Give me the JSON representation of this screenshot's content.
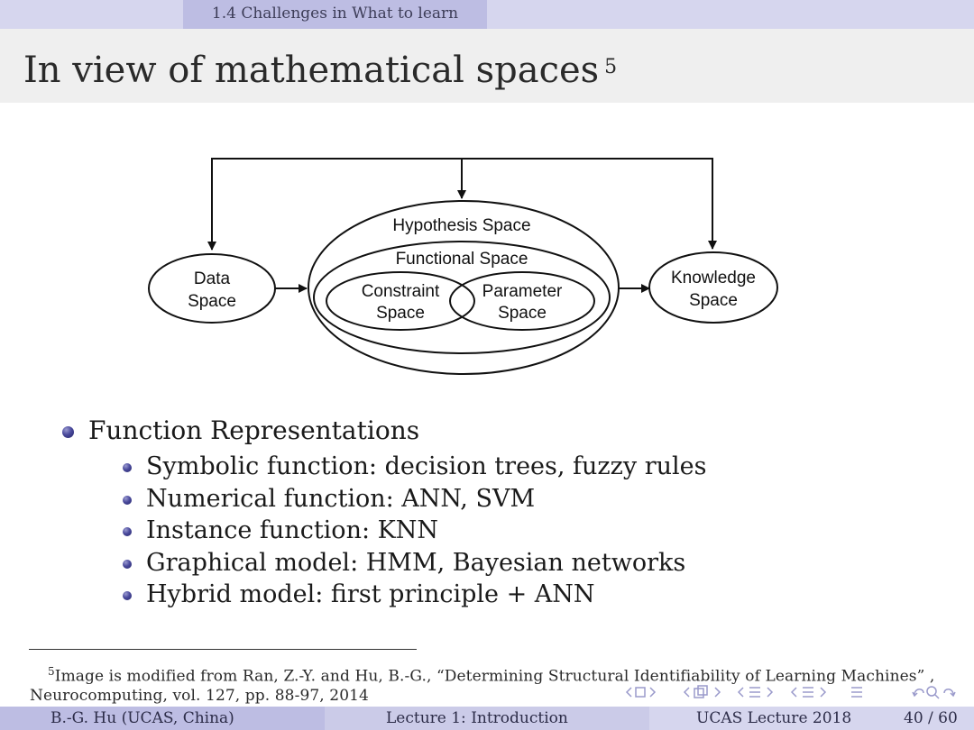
{
  "header": {
    "section": "1.4 Challenges in What to learn"
  },
  "slide": {
    "title": "In view of mathematical spaces",
    "title_footnote_mark": "5"
  },
  "diagram": {
    "data_space": [
      "Data",
      "Space"
    ],
    "hypothesis_space": "Hypothesis Space",
    "functional_space": "Functional Space",
    "constraint_space": [
      "Constraint",
      "Space"
    ],
    "parameter_space": [
      "Parameter",
      "Space"
    ],
    "knowledge_space": [
      "Knowledge",
      "Space"
    ]
  },
  "content": {
    "main_bullet": "Function Representations",
    "sub_bullets": [
      "Symbolic function: decision trees, fuzzy rules",
      "Numerical function: ANN, SVM",
      "Instance function: KNN",
      "Graphical model: HMM, Bayesian networks",
      "Hybrid model: first principle + ANN"
    ]
  },
  "footnote": {
    "mark": "5",
    "text": "Image is modified from Ran, Z.-Y. and Hu, B.-G., “Determining Structural Identifiability of Learning Machines” , Neurocomputing, vol. 127, pp. 88-97, 2014"
  },
  "footer": {
    "author": "B.-G. Hu  (UCAS, China)",
    "lecture": "Lecture 1: Introduction",
    "venue": "UCAS Lecture 2018",
    "page": "40 / 60"
  },
  "colors": {
    "header_band": "#d6d6ee",
    "active_section": "#bdbde3",
    "title_band": "#efefef",
    "bullet": "#3a3a8c",
    "nav_icons": "#9a9acb"
  }
}
